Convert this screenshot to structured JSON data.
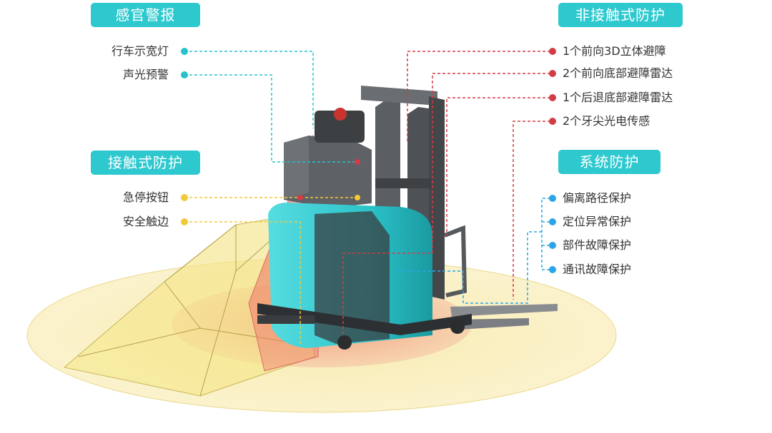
{
  "colors": {
    "teal": "#2ec9cf",
    "cyan_dot": "#25c3cc",
    "yellow_dot": "#f2c93a",
    "red_dot": "#d33b45",
    "blue_dot": "#2aa6e8",
    "text": "#333333"
  },
  "groups": {
    "sensory_alarm": {
      "title": "感官警报",
      "items": [
        "行车示宽灯",
        "声光预警"
      ]
    },
    "contact_protection": {
      "title": "接触式防护",
      "items": [
        "急停按钮",
        "安全触边"
      ]
    },
    "non_contact_protection": {
      "title": "非接触式防护",
      "items": [
        "1个前向3D立体避障",
        "2个前向底部避障雷达",
        "1个后退底部避障雷达",
        "2个牙尖光电传感"
      ]
    },
    "system_protection": {
      "title": "系统防护",
      "items": [
        "偏离路径保护",
        "定位异常保护",
        "部件故障保护",
        "通讯故障保护"
      ]
    }
  }
}
